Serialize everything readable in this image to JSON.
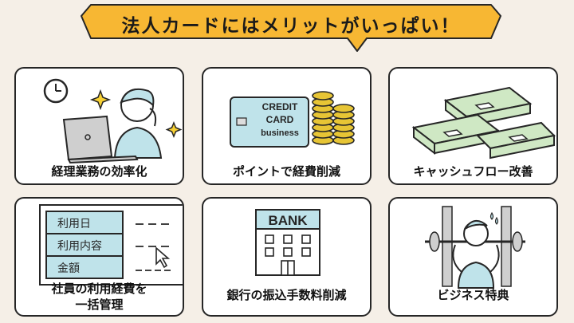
{
  "banner": {
    "title": "法人カードにはメリットがいっぱい！"
  },
  "colors": {
    "accent": "#f7b733",
    "card_blue": "#bfe3ea",
    "gold": "#e7c535",
    "cash_green": "#cfe8c4",
    "background": "#f5efe7"
  },
  "card_icon": {
    "line1": "CREDIT",
    "line2": "CARD",
    "line3": "business"
  },
  "statement": {
    "rows": [
      {
        "label": "利用日"
      },
      {
        "label": "利用内容"
      },
      {
        "label": "金額"
      }
    ]
  },
  "bank_sign": "BANK",
  "cards": [
    {
      "label": "経理業務の効率化",
      "icon": "person-at-laptop-clock"
    },
    {
      "label": "ポイントで経費削減",
      "icon": "credit-card-coins"
    },
    {
      "label": "キャッシュフロー改善",
      "icon": "cash-stacks"
    },
    {
      "label_line1": "社員の利用経費を",
      "label_line2": "一括管理",
      "icon": "expense-statement"
    },
    {
      "label": "銀行の振込手数料削減",
      "icon": "bank-building"
    },
    {
      "label": "ビジネス特典",
      "icon": "weightlifting-person"
    }
  ]
}
